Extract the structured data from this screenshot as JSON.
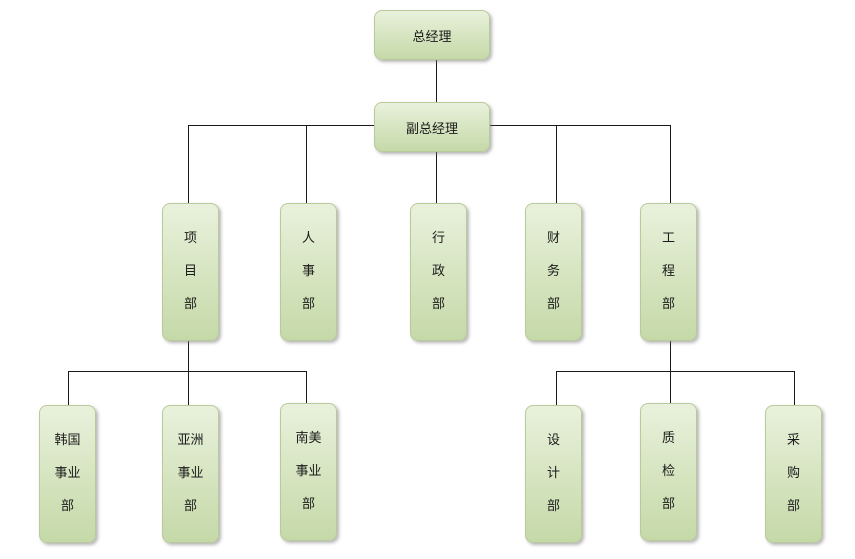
{
  "org_chart": {
    "ceo": {
      "label": "总经理"
    },
    "deputy": {
      "label": "副总经理"
    },
    "departments": [
      {
        "id": "project",
        "lines": [
          "项",
          "目",
          "部"
        ]
      },
      {
        "id": "hr",
        "lines": [
          "人",
          "事",
          "部"
        ]
      },
      {
        "id": "admin",
        "lines": [
          "行",
          "政",
          "部"
        ]
      },
      {
        "id": "finance",
        "lines": [
          "财",
          "务",
          "部"
        ]
      },
      {
        "id": "engineering",
        "lines": [
          "工",
          "程",
          "部"
        ]
      }
    ],
    "project_subunits": [
      {
        "id": "korea",
        "lines": [
          "韩国",
          "事业",
          "部"
        ]
      },
      {
        "id": "asia",
        "lines": [
          "亚洲",
          "事业",
          "部"
        ]
      },
      {
        "id": "south-america",
        "lines": [
          "南美",
          "事业",
          "部"
        ]
      }
    ],
    "engineering_subunits": [
      {
        "id": "design",
        "lines": [
          "设",
          "计",
          "部"
        ]
      },
      {
        "id": "quality",
        "lines": [
          "质",
          "检",
          "部"
        ]
      },
      {
        "id": "purchasing",
        "lines": [
          "采",
          "购",
          "部"
        ]
      }
    ]
  },
  "colors": {
    "box_fill_top": "#e9f1dc",
    "box_fill_bottom": "#c5d9a8",
    "box_border": "#b8c99a",
    "connector": "#1a1a1a"
  }
}
